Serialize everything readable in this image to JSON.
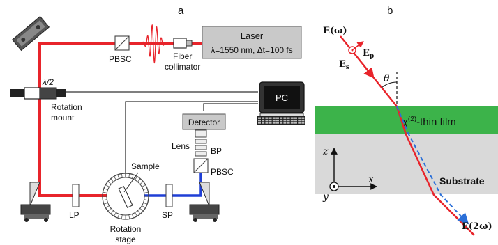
{
  "panel_a": {
    "label": "a",
    "laser": {
      "title": "Laser",
      "spec": "λ=1550 nm,  Δt=100 fs"
    },
    "pbsc_top": "PBSC",
    "fiber_line1": "Fiber",
    "fiber_line2": "collimator",
    "half_wave": "λ/2",
    "rotation_mount_line1": "Rotation",
    "rotation_mount_line2": "mount",
    "pc": "PC",
    "detector": "Detector",
    "lens": "Lens",
    "bp": "BP",
    "pbsc_right": "PBSC",
    "sample": "Sample",
    "rotation_stage_line1": "Rotation",
    "rotation_stage_line2": "stage",
    "lp": "LP",
    "sp": "SP",
    "colors": {
      "pump_beam": "#e8242b",
      "shg_beam": "#1f3fd6",
      "laser_box": "#c9c9c9"
    }
  },
  "panel_b": {
    "label": "b",
    "e_omega": "E(ω)",
    "e_s": "E",
    "e_s_sub": "s",
    "e_p": "E",
    "e_p_sub": "p",
    "theta": "θ",
    "film_label": "χ",
    "film_label_sup": "(2)",
    "film_label_rest": "-thin film",
    "substrate": "Substrate",
    "axis_z": "z",
    "axis_x": "x",
    "axis_y": "y",
    "e_2omega": "E(2ω)",
    "colors": {
      "film": "#3cb34a",
      "substrate": "#d9d9d9",
      "beam": "#e8242b",
      "shg": "#2a6fd8"
    }
  }
}
